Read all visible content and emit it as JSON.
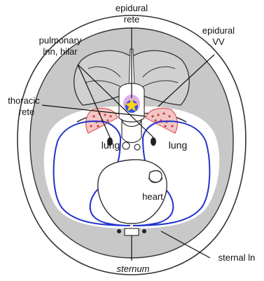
{
  "labels": {
    "epidural_rete_line1": "epidural",
    "epidural_rete_line2": "rete",
    "epidural_vv_line1": "epidural",
    "epidural_vv_line2": "VV",
    "pulmonary_line1": "pulmonary",
    "pulmonary_line2": "lnn, hilar",
    "thoracic_line1": "thoracic",
    "thoracic_line2": "rete",
    "lung_left": "lung",
    "lung_right": "lung",
    "heart": "heart",
    "sternal_ln": "sternal ln",
    "sternum": "sternum"
  },
  "colors": {
    "pleura": "#2233cc",
    "body_wall": "#c8c8c8",
    "muscle": "#d0d0d0",
    "rete_red": "#d43c3c",
    "spinal_cord_blue": "#3355dd",
    "spinal_cord_red": "#dd2233",
    "spinal_cord_yellow": "#ffd21a",
    "epidural_magenta": "#c26bd8",
    "outline": "#222222"
  }
}
